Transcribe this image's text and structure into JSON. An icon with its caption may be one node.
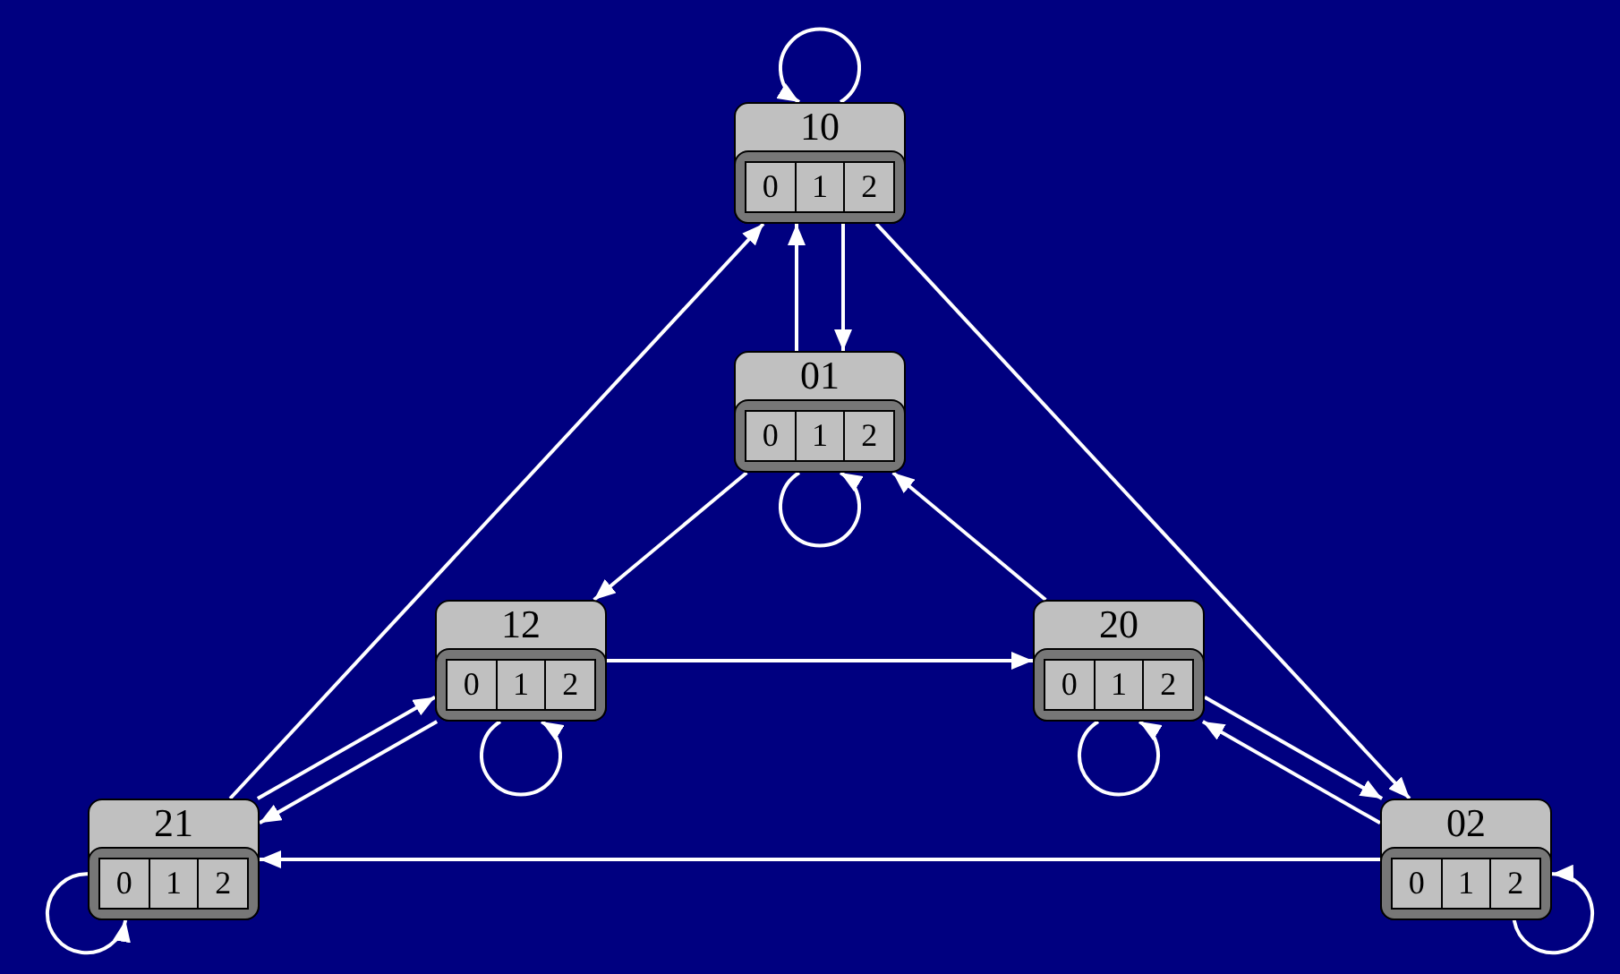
{
  "diagram": {
    "nodes": [
      {
        "text": [
          "10",
          "0",
          "1",
          "2"
        ]
      },
      {
        "text": [
          "01",
          "0",
          "1",
          "2"
        ]
      },
      {
        "text": [
          "12",
          "0",
          "1",
          "2"
        ]
      },
      {
        "text": [
          "20",
          "0",
          "1",
          "2"
        ]
      },
      {
        "text": [
          "21",
          "0",
          "1",
          "2"
        ]
      },
      {
        "text": [
          "02",
          "0",
          "1",
          "2"
        ]
      }
    ],
    "edges": [
      {
        "from": 0,
        "to": 0,
        "arrow": "to"
      },
      {
        "from": 0,
        "to": 1,
        "arrow": "to"
      },
      {
        "from": 1,
        "to": 0,
        "arrow": "to"
      },
      {
        "from": 1,
        "to": 1,
        "arrow": "to"
      },
      {
        "from": 1,
        "to": 2,
        "arrow": "to"
      },
      {
        "from": 3,
        "to": 1,
        "arrow": "to"
      },
      {
        "from": 0,
        "to": 5,
        "arrow": "to"
      },
      {
        "from": 4,
        "to": 0,
        "arrow": "to"
      },
      {
        "from": 2,
        "to": 3,
        "arrow": "to"
      },
      {
        "from": 2,
        "to": 2,
        "arrow": "to"
      },
      {
        "from": 3,
        "to": 3,
        "arrow": "to"
      },
      {
        "from": 4,
        "to": 2,
        "arrow": "to"
      },
      {
        "from": 2,
        "to": 4,
        "arrow": "to"
      },
      {
        "from": 3,
        "to": 5,
        "arrow": "to"
      },
      {
        "from": 5,
        "to": 3,
        "arrow": "to"
      },
      {
        "from": 5,
        "to": 4,
        "arrow": "to"
      },
      {
        "from": 4,
        "to": 4,
        "arrow": "to"
      },
      {
        "from": 5,
        "to": 5,
        "arrow": "to"
      }
    ]
  }
}
